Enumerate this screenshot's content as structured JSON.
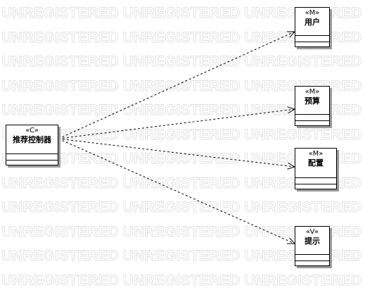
{
  "watermark": {
    "text": "UNREGISTERED UNREGISTERED UNREGISTERED",
    "color": "#d8d8d8"
  },
  "diagram": {
    "controller": {
      "stereotype": "«C»",
      "name": "推荐控制器"
    },
    "targets": [
      {
        "stereotype": "«M»",
        "name": "用户"
      },
      {
        "stereotype": "«M»",
        "name": "预算"
      },
      {
        "stereotype": "«M»",
        "name": "配置"
      },
      {
        "stereotype": "«V»",
        "name": "提示"
      }
    ],
    "edge_style": "dashed-dependency",
    "line_color": "#000000",
    "shadow_color": "#9a9a9a"
  }
}
